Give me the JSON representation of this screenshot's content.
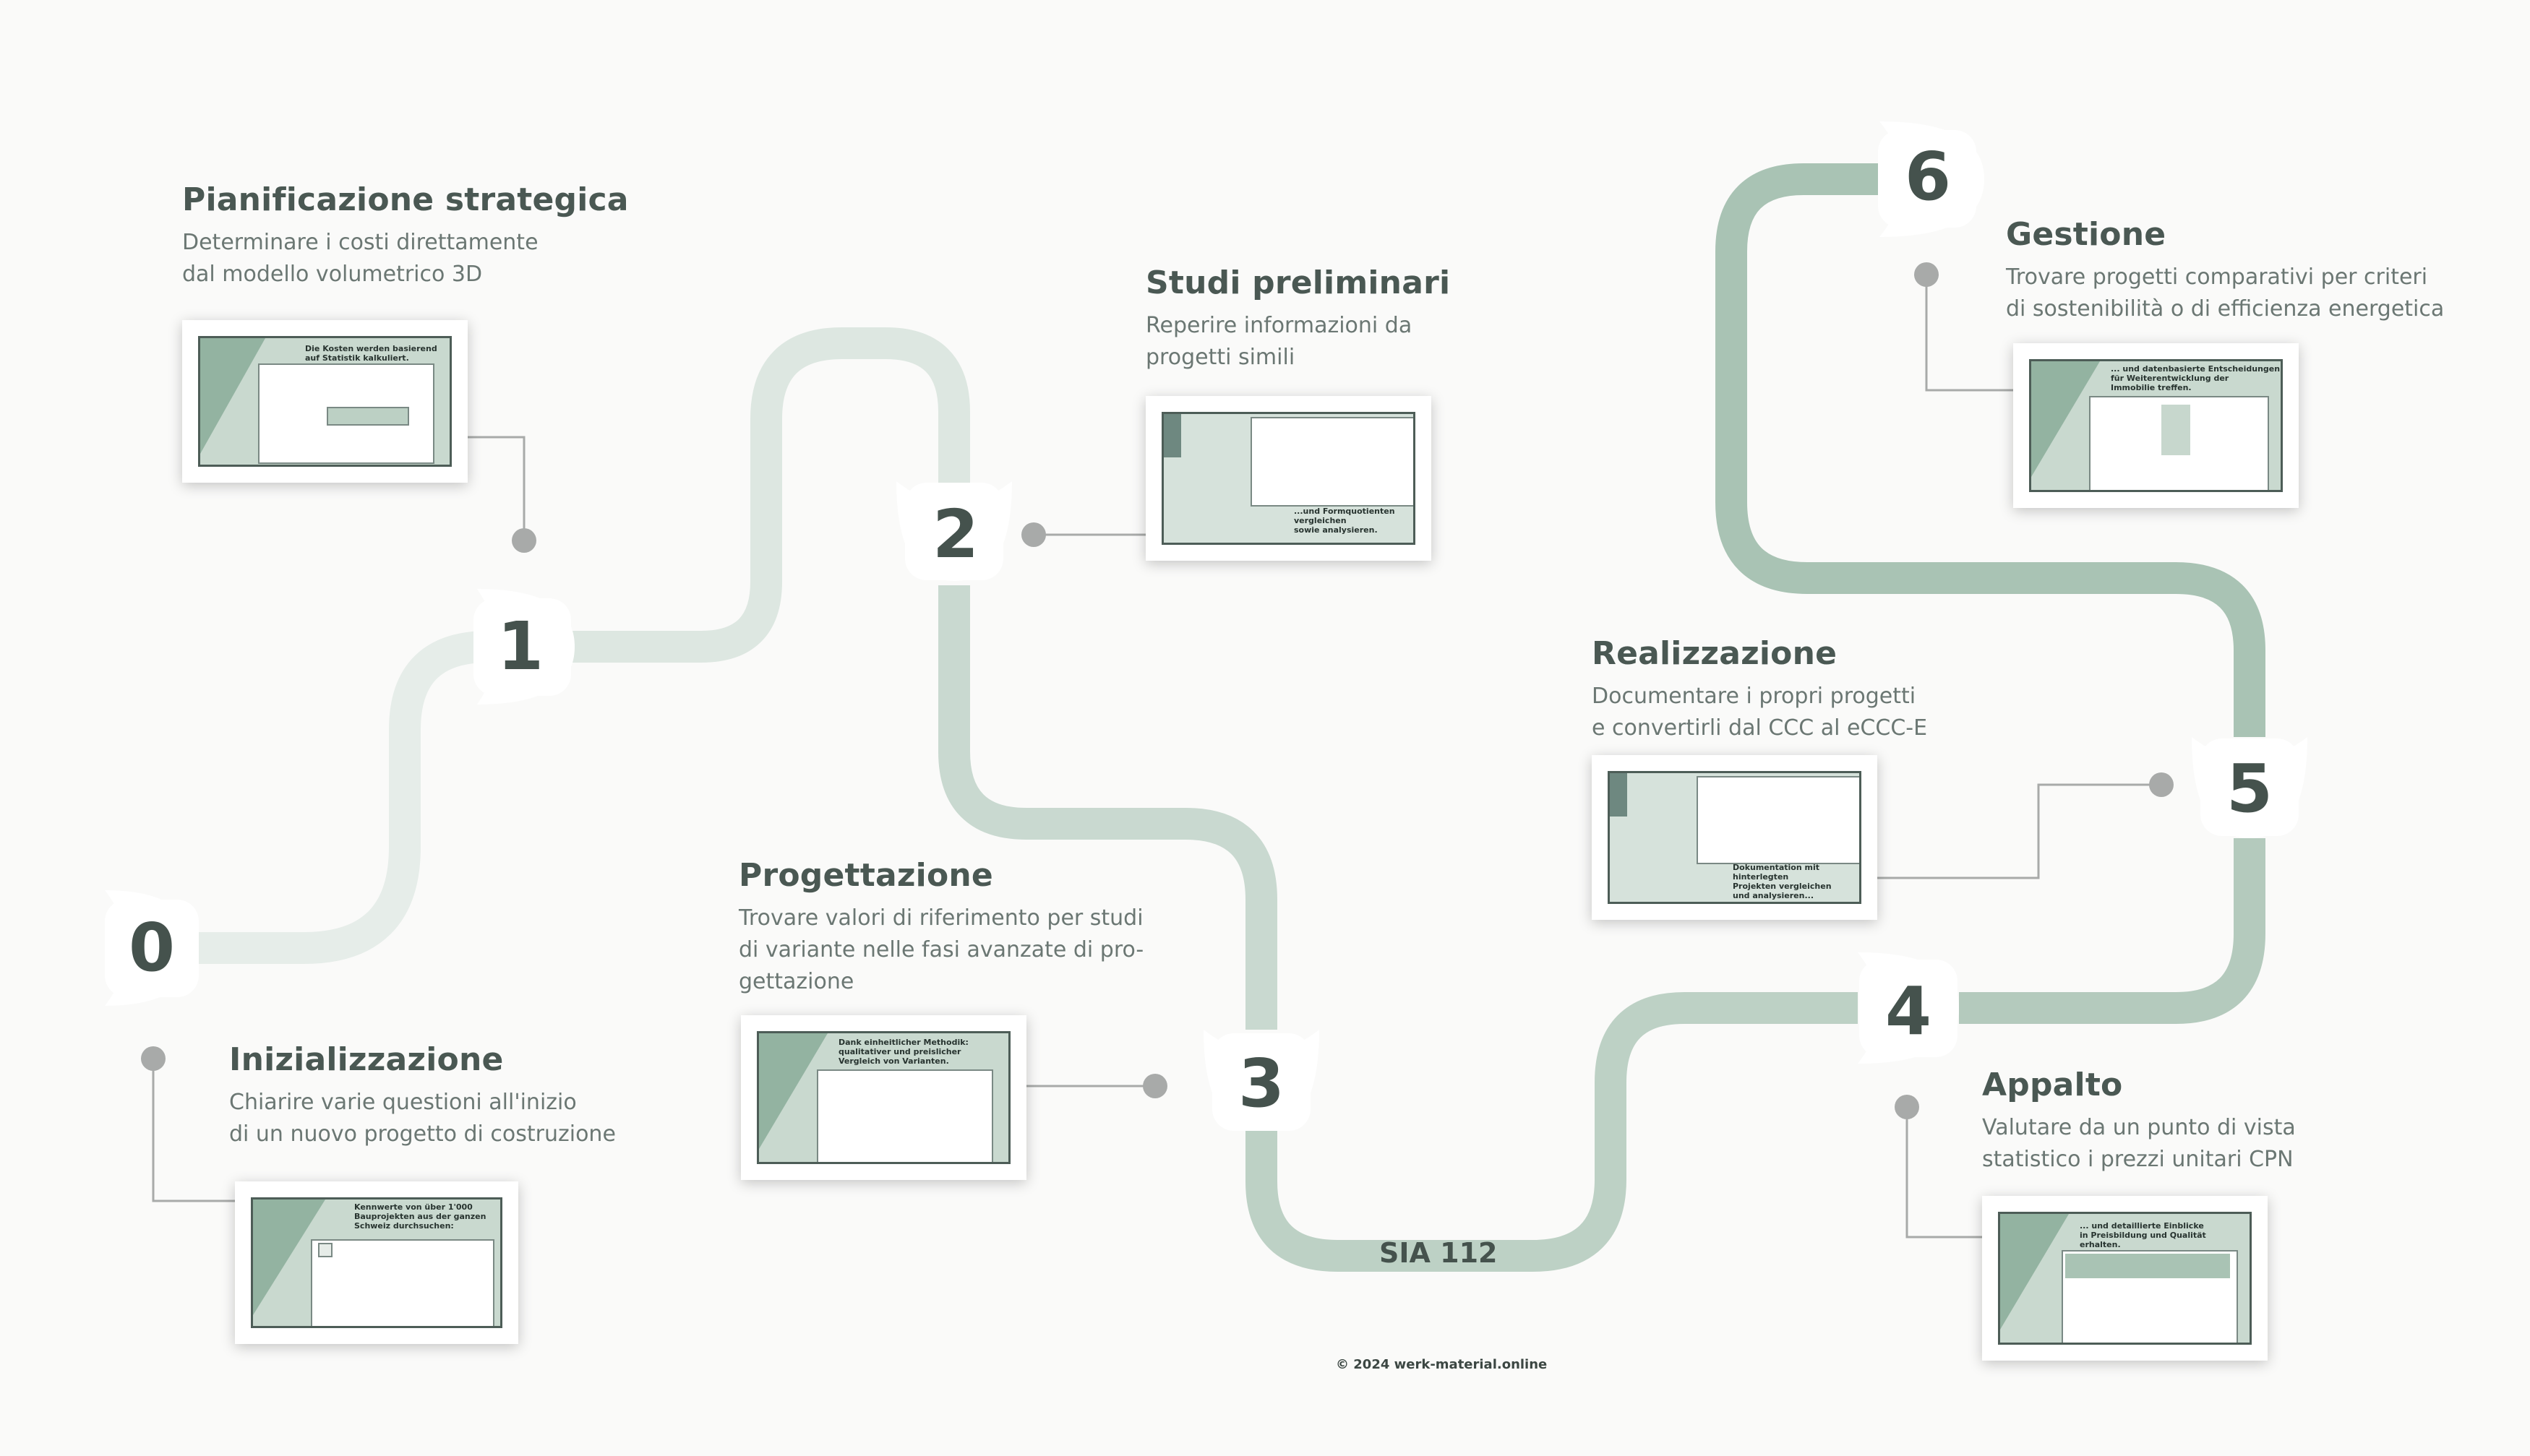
{
  "colors": {
    "road_light": "#e3ebe6",
    "road_mid": "#c6d7cd",
    "road_dark": "#a9c3b4",
    "connector": "#a8aaa9",
    "text_dark": "#4a5853",
    "text_light": "#6b7773",
    "accent_green": "#9fbcac"
  },
  "milestones": [
    {
      "number": "0",
      "title": "Inizializzazione",
      "desc_lines": [
        "Chiarire varie questioni all'inizio",
        "di un nuovo progetto di costruzione"
      ],
      "thumb_caption": "Kennwerte von über 1'000\nBauprojekten aus der ganzen\nSchweiz durchsuchen:"
    },
    {
      "number": "1",
      "title": "Pianificazione strategica",
      "desc_lines": [
        "Determinare i costi direttamente",
        "dal modello volumetrico 3D"
      ],
      "thumb_caption": "Die Kosten werden basierend\nauf Statistik kalkuliert."
    },
    {
      "number": "2",
      "title": "Studi preliminari",
      "desc_lines": [
        "Reperire informazioni da",
        "progetti simili"
      ],
      "thumb_caption": "...und Formquotienten vergleichen\nsowie analysieren."
    },
    {
      "number": "3",
      "title": "Progettazione",
      "desc_lines": [
        "Trovare valori di riferimento per studi",
        "di variante nelle fasi avanzate di pro-",
        "gettazione"
      ],
      "thumb_caption": "Dank einheitlicher Methodik:\nqualitativer und preislicher\nVergleich von Varianten."
    },
    {
      "number": "4",
      "title": "Appalto",
      "desc_lines": [
        "Valutare da un punto di vista",
        "statistico i prezzi unitari CPN"
      ],
      "thumb_caption": "... und detaillierte Einblicke\nin Preisbildung und Qualität erhalten."
    },
    {
      "number": "5",
      "title": "Realizzazione",
      "desc_lines": [
        "Documentare i propri progetti",
        "e convertirli dal CCC al eCCC-E"
      ],
      "thumb_caption": "Dokumentation mit hinterlegten\nProjekten vergleichen\nund analysieren..."
    },
    {
      "number": "6",
      "title": "Gestione",
      "desc_lines": [
        "Trovare progetti comparativi per criteri",
        "di sostenibilità o di efficienza energetica"
      ],
      "thumb_caption": "... und datenbasierte Entscheidungen\nfür Weiterentwicklung der\nImmobilie treffen."
    }
  ],
  "road_label": "SIA 112",
  "copyright": "© 2024 werk-material.online"
}
